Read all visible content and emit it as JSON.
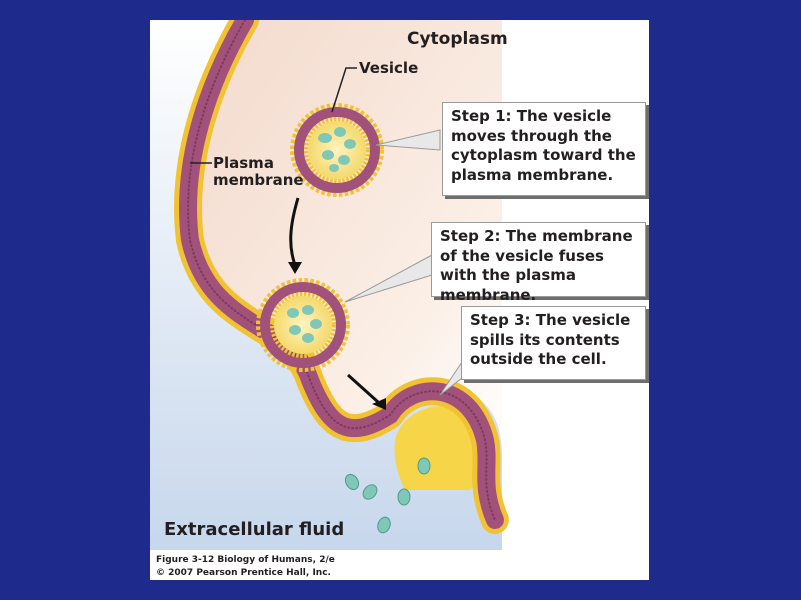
{
  "labels": {
    "cytoplasm": "Cytoplasm",
    "vesicle": "Vesicle",
    "plasma_membrane": "Plasma membrane",
    "extracellular_fluid": "Extracellular fluid"
  },
  "steps": [
    {
      "head": "Step 1:",
      "text": "The vesicle moves through the cytoplasm toward the plasma membrane."
    },
    {
      "head": "Step 2:",
      "text": "The membrane of the vesicle fuses with the plasma membrane."
    },
    {
      "head": "Step 3:",
      "text": "The vesicle spills its contents outside the cell."
    }
  ],
  "caption": {
    "figure": "Figure 3-12 Biology of Humans, 2/e",
    "copyright": "© 2007 Pearson Prentice Hall, Inc."
  },
  "colors": {
    "background": "#1e2a8c",
    "membrane_core": "#a2527a",
    "membrane_heads": "#f1c232",
    "cytoplasm": "#f8e4d6",
    "contents": "#7fc7b6"
  }
}
